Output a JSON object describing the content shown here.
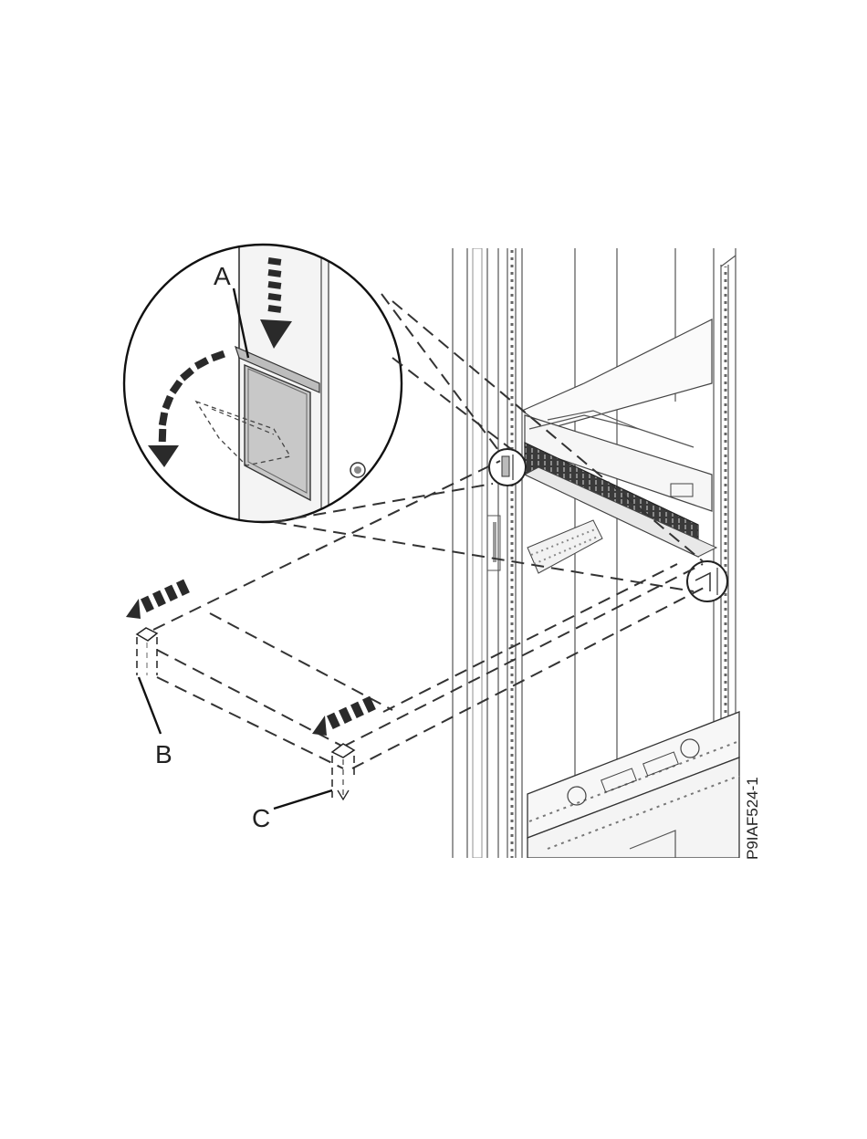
{
  "figure": {
    "id_label": "P9IAF524-1",
    "callouts": [
      {
        "letter": "A"
      },
      {
        "letter": "B"
      },
      {
        "letter": "C"
      }
    ]
  },
  "colors": {
    "line": "#333333",
    "arrow": "#2a2a2a",
    "latch_fill": "#c8c8c8",
    "rail_fill": "#f4f4f4"
  }
}
